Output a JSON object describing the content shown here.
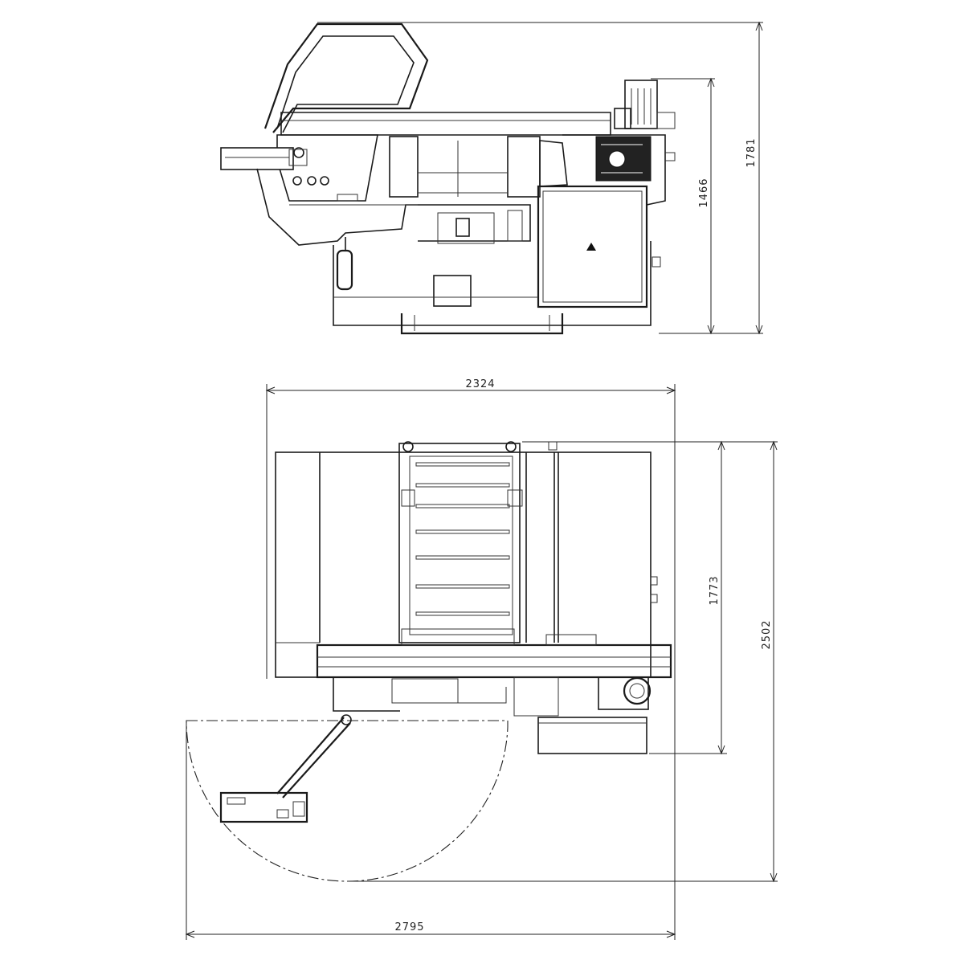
{
  "side_view": {
    "dim_total_height": "1781",
    "dim_body_height": "1466"
  },
  "top_view": {
    "dim_width": "2324",
    "dim_depth": "1773",
    "dim_total_depth": "2502",
    "dim_total_width": "2795"
  }
}
